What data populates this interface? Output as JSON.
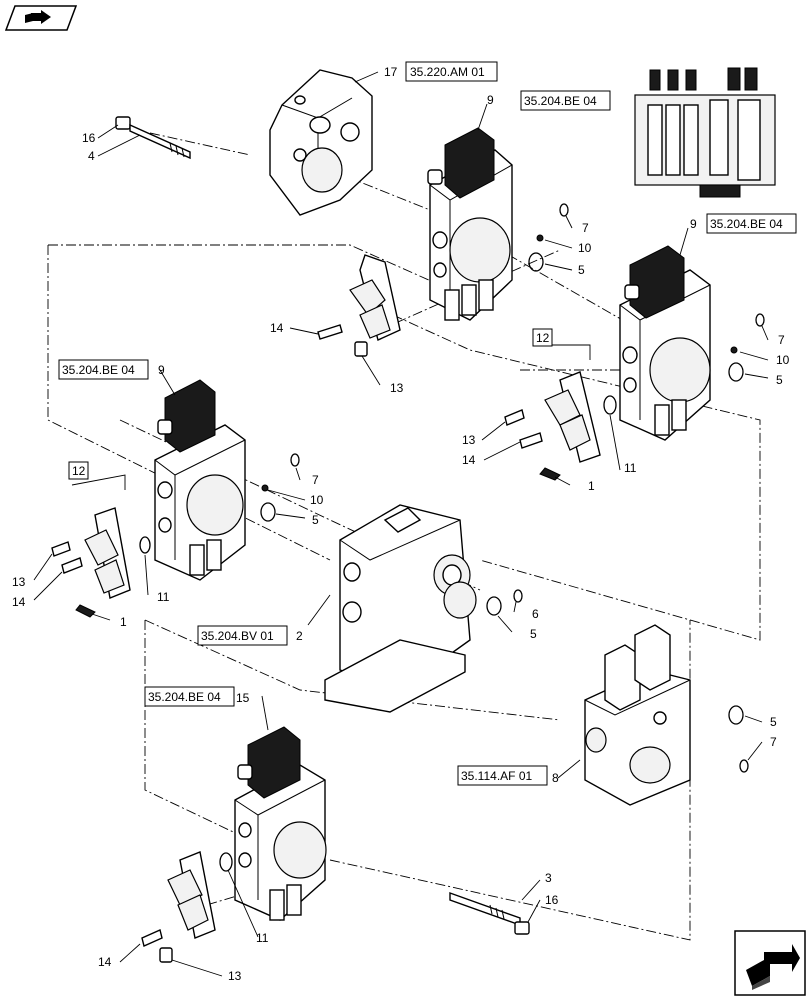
{
  "labels": {
    "l17": "17",
    "r17": "35.220.AM 01",
    "l16a": "16",
    "l4": "4",
    "l9a": "9",
    "r9a": "35.204.BE 04",
    "l7a": "7",
    "l10a": "10",
    "l5a": "5",
    "l14a": "14",
    "l13a": "13",
    "l9b": "9",
    "r9b": "35.204.BE 04",
    "l7b": "7",
    "l10b": "10",
    "l5b": "5",
    "l12a": "12",
    "l13b": "13",
    "l14b": "14",
    "l1a": "1",
    "l11a": "11",
    "r9c": "35.204.BE 04",
    "l9c": "9",
    "l7c": "7",
    "l10c": "10",
    "l5c": "5",
    "l12b": "12",
    "l13c": "13",
    "l14c": "14",
    "l11b": "11",
    "l1b": "1",
    "l6": "6",
    "l5d": "5",
    "r2": "35.204.BV 01",
    "l2": "2",
    "r15": "35.204.BE 04",
    "l15": "15",
    "l5e": "5",
    "l7d": "7",
    "r8": "35.114.AF 01",
    "l8": "8",
    "l3": "3",
    "l16b": "16",
    "l11c": "11",
    "l14d": "14",
    "l13d": "13"
  }
}
